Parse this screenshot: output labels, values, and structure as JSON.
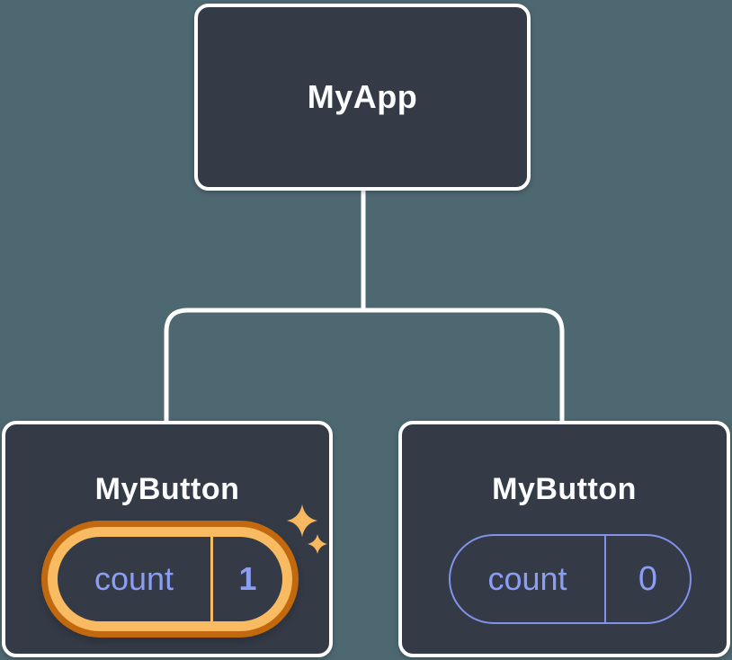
{
  "diagram": {
    "type": "component-tree",
    "background": "#4E6871",
    "colors": {
      "node_fill": "#343A46",
      "node_border": "#FFFFFF",
      "connector": "#FFFFFF",
      "title_text": "#FCFDFF",
      "state_text_purple": "#8C9EF4",
      "pill_border_purple": "#8292EA",
      "highlight_orange_light": "#F8BB62",
      "highlight_orange_dark": "#C2690F",
      "sparkle_orange": "#F6B960"
    },
    "tree": {
      "root": {
        "label": "MyApp"
      },
      "children": [
        {
          "label": "MyButton",
          "highlighted": true,
          "state": {
            "name": "count",
            "value": "1"
          },
          "icon": "sparkles-icon"
        },
        {
          "label": "MyButton",
          "highlighted": false,
          "state": {
            "name": "count",
            "value": "0"
          }
        }
      ]
    }
  }
}
